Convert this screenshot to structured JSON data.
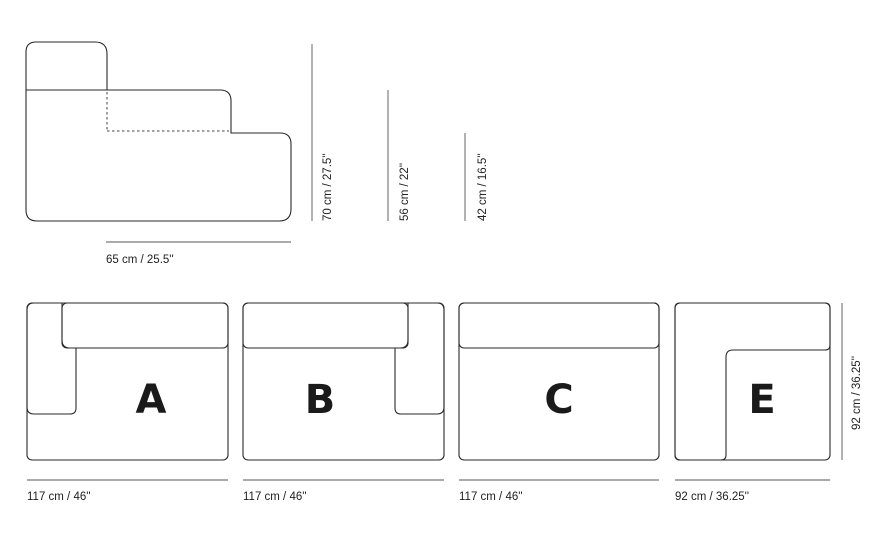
{
  "side_view": {
    "width_label": "65 cm / 25.5''",
    "heights": [
      {
        "label": "70 cm / 27.5''"
      },
      {
        "label": "56 cm / 22''"
      },
      {
        "label": "42 cm / 16.5''"
      }
    ]
  },
  "modules": [
    {
      "letter": "A",
      "width_label": "117 cm / 46''"
    },
    {
      "letter": "B",
      "width_label": "117 cm / 46''"
    },
    {
      "letter": "C",
      "width_label": "117 cm / 46''"
    },
    {
      "letter": "E",
      "width_label": "92 cm / 36.25''",
      "depth_label": "92 cm / 36.25''"
    }
  ],
  "colors": {
    "stroke": "#2a2a2a",
    "text": "#222222",
    "background": "#ffffff"
  }
}
